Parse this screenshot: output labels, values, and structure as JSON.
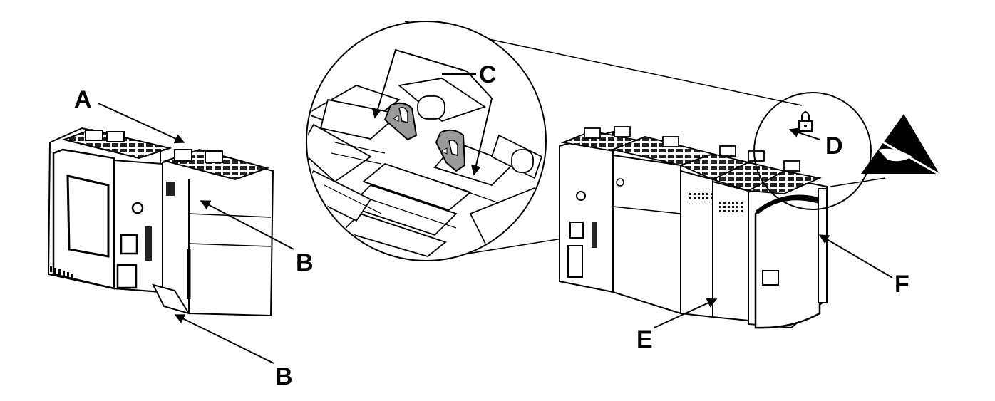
{
  "diagram": {
    "callouts": {
      "a": "A",
      "b_top": "B",
      "b_bottom": "B",
      "c": "C",
      "d": "D",
      "e": "E",
      "f": "F"
    },
    "icons": {
      "lock": "padlock-icon",
      "esd": "esd-warning-icon"
    },
    "colors": {
      "line": "#000000",
      "latch_gray": "#9a9a9a",
      "module_fill": "#ffffff"
    }
  }
}
